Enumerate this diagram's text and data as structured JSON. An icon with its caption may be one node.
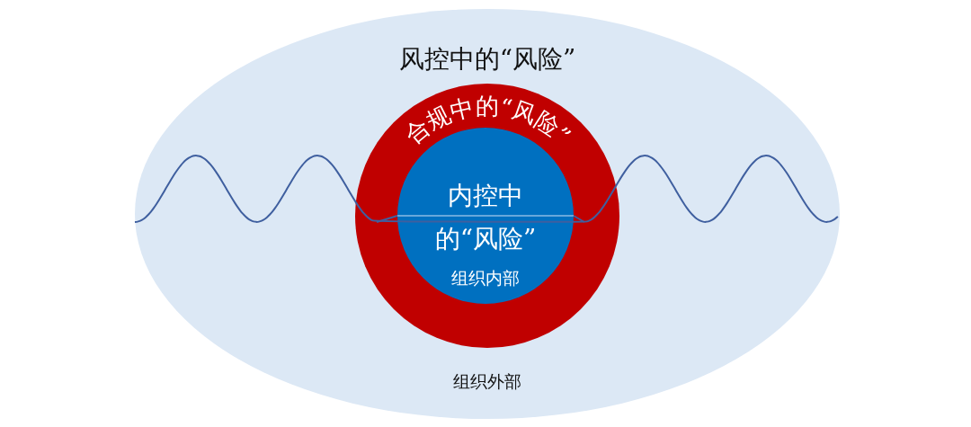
{
  "diagram": {
    "nodes": [
      {
        "text": [
          "风控中的“风险”",
          "组织外部"
        ]
      },
      {
        "text": [
          "合规中的“风险”"
        ],
        "in": 0
      },
      {
        "text": [
          "内控中的“风险”",
          "组织内部"
        ],
        "in": 1
      }
    ]
  }
}
